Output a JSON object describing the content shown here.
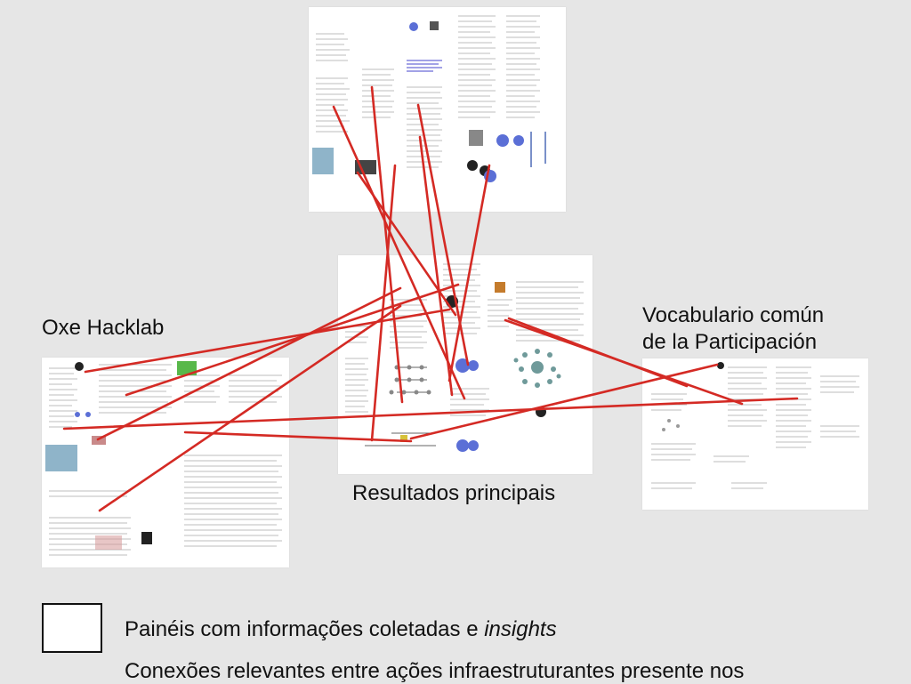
{
  "labels": {
    "oxe_hacklab": "Oxe Hacklab",
    "vocabulario_line1": "Vocabulario común",
    "vocabulario_line2": "de la Participación",
    "resultados": "Resultados principais"
  },
  "legend": {
    "panels_text": "Painéis com informações coletadas e ",
    "panels_emph": "insights",
    "connections_text": "Conexões relevantes entre ações infraestruturantes presente nos"
  },
  "colors": {
    "background": "#e6e6e6",
    "panel": "#ffffff",
    "connection": "#d42a24",
    "text_scribble": "#c9c9c9",
    "node_blue": "#5b6fd6",
    "node_teal": "#6f9a9a"
  }
}
